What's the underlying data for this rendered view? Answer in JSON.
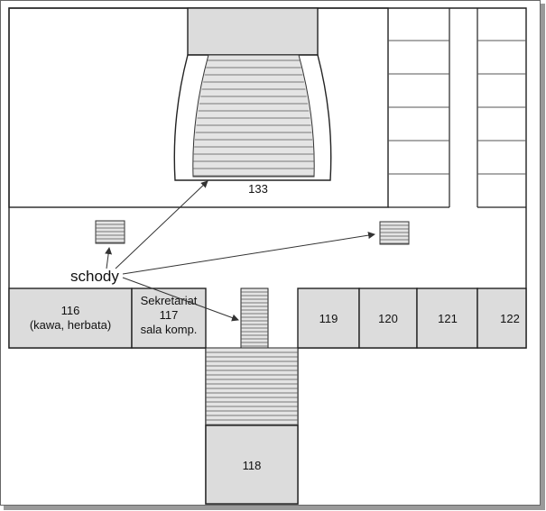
{
  "labels": {
    "auditorium": "133",
    "stairs": "schody",
    "room_116": "116",
    "room_116_note": "(kawa, herbata)",
    "room_117_title": "Sekretariat",
    "room_117": "117",
    "room_117_note": "sala komp.",
    "room_119": "119",
    "room_120": "120",
    "room_121": "121",
    "room_122": "122",
    "room_118": "118"
  },
  "colors": {
    "room_fill": "#dcdcdc",
    "line": "#333333",
    "background": "#ffffff"
  }
}
